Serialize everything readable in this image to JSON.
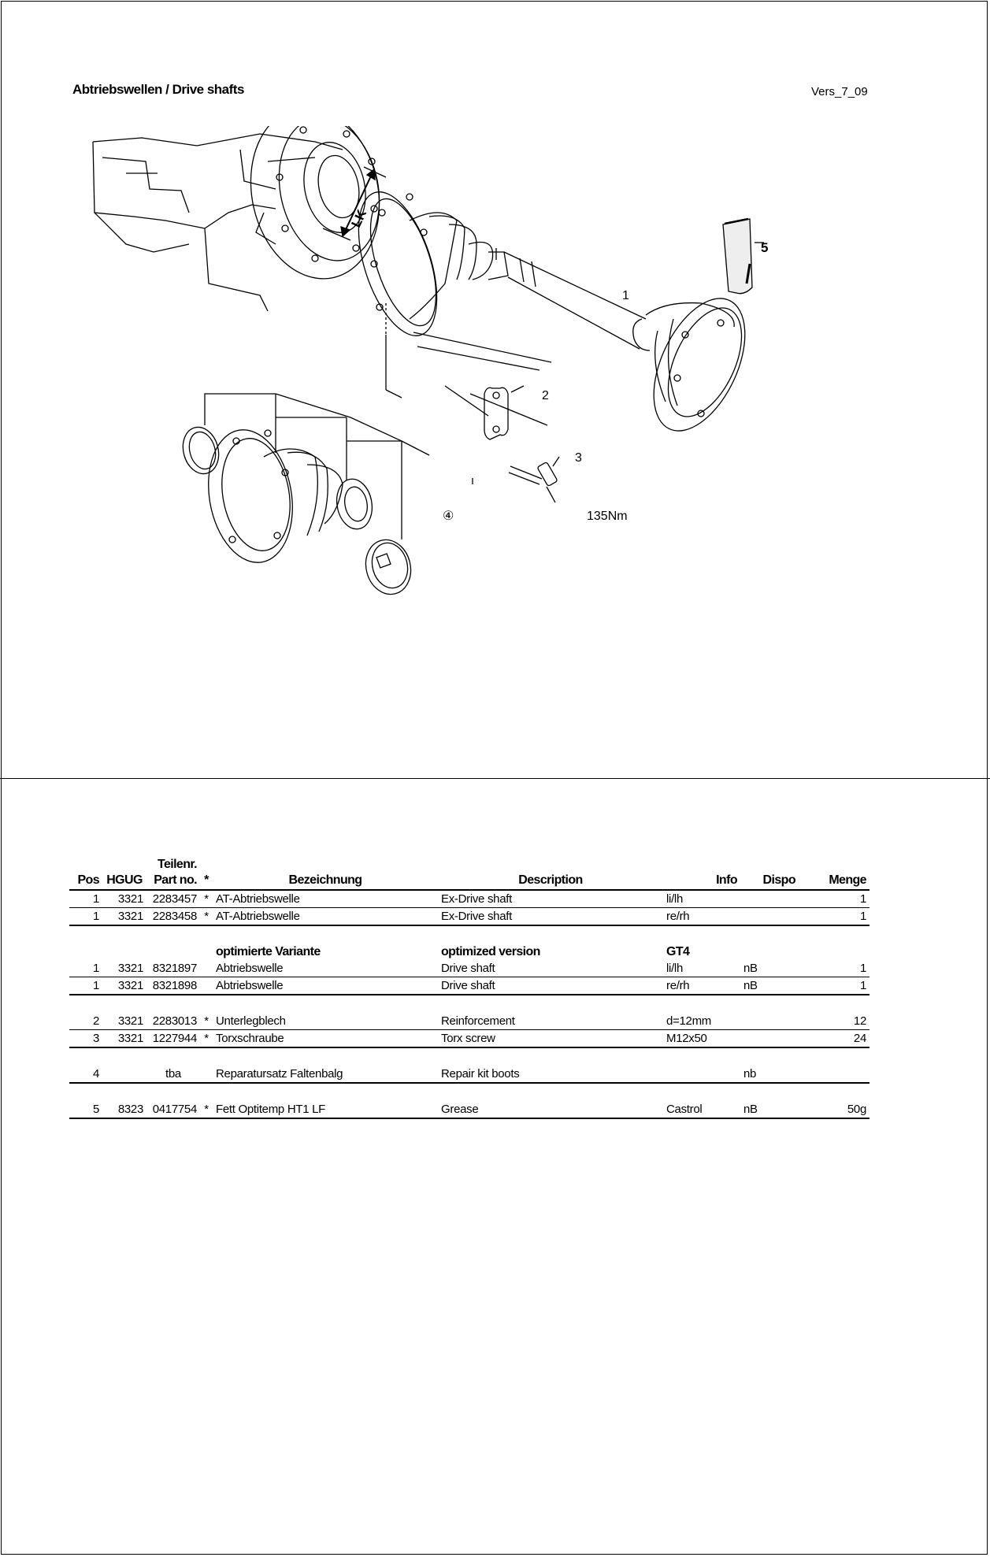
{
  "page": {
    "title": "Abtriebswellen / Drive shafts",
    "version": "Vers_7_09"
  },
  "drawing": {
    "callouts": {
      "c1": "1",
      "c2": "2",
      "c3": "3",
      "c4": "④",
      "c5": "5",
      "torque": "135Nm",
      "lk": "LK"
    }
  },
  "table": {
    "headers": {
      "pos": "Pos",
      "hgug": "HGUG",
      "partno_line1": "Teilenr.",
      "partno_line2": "Part no.",
      "star": "*",
      "bezeichnung": "Bezeichnung",
      "description": "Description",
      "info": "Info",
      "dispo": "Dispo",
      "menge": "Menge"
    },
    "rows": [
      {
        "pos": "1",
        "hgug": "3321",
        "partno": "2283457",
        "star": "*",
        "bezeichnung": "AT-Abtriebswelle",
        "description": "Ex-Drive shaft",
        "info": "li/lh",
        "dispo": "",
        "menge": "1"
      },
      {
        "pos": "1",
        "hgug": "3321",
        "partno": "2283458",
        "star": "*",
        "bezeichnung": "AT-Abtriebswelle",
        "description": "Ex-Drive shaft",
        "info": "re/rh",
        "dispo": "",
        "menge": "1"
      },
      {
        "subheader": true,
        "bezeichnung": "optimierte Variante",
        "description": "optimized version",
        "info": "GT4"
      },
      {
        "pos": "1",
        "hgug": "3321",
        "partno": "8321897",
        "star": "",
        "bezeichnung": "Abtriebswelle",
        "description": "Drive shaft",
        "info": "li/lh",
        "dispo": "nB",
        "menge": "1"
      },
      {
        "pos": "1",
        "hgug": "3321",
        "partno": "8321898",
        "star": "",
        "bezeichnung": "Abtriebswelle",
        "description": "Drive shaft",
        "info": "re/rh",
        "dispo": "nB",
        "menge": "1"
      },
      {
        "pos": "2",
        "hgug": "3321",
        "partno": "2283013",
        "star": "*",
        "bezeichnung": "Unterlegblech",
        "description": "Reinforcement",
        "info": "d=12mm",
        "dispo": "",
        "menge": "12"
      },
      {
        "pos": "3",
        "hgug": "3321",
        "partno": "1227944",
        "star": "*",
        "bezeichnung": "Torxschraube",
        "description": "Torx screw",
        "info": "M12x50",
        "dispo": "",
        "menge": "24"
      },
      {
        "pos": "4",
        "hgug": "",
        "partno": "tba",
        "star": "",
        "bezeichnung": "Reparatursatz Faltenbalg",
        "description": "Repair kit boots",
        "info": "",
        "dispo": "nb",
        "menge": ""
      },
      {
        "pos": "5",
        "hgug": "8323",
        "partno": "0417754",
        "star": "*",
        "bezeichnung": "Fett Optitemp HT1 LF",
        "description": "Grease",
        "info": "Castrol",
        "dispo": "nB",
        "menge": "50g"
      }
    ]
  }
}
